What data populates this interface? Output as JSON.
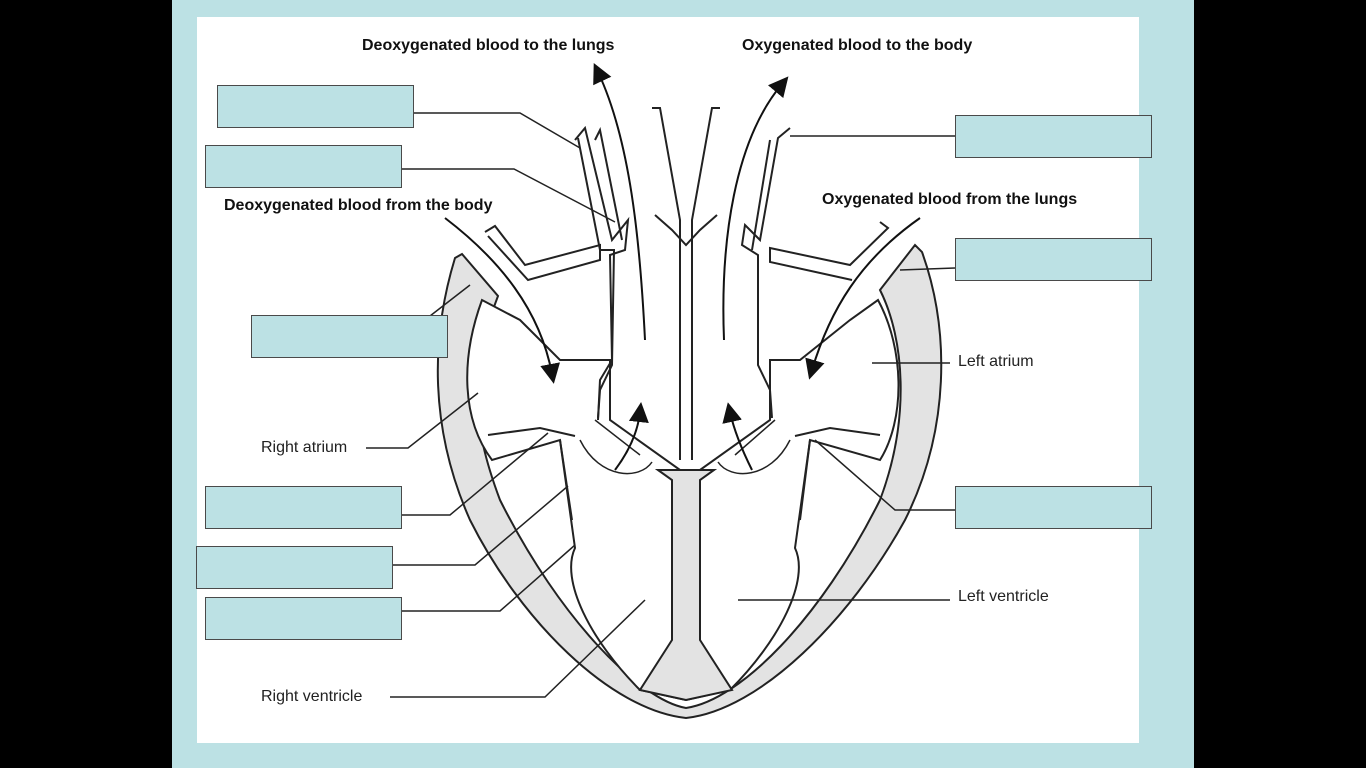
{
  "labels": {
    "deoxy_to_lungs": "Deoxygenated blood to the lungs",
    "oxy_to_body": "Oxygenated blood to the body",
    "deoxy_from_body": "Deoxygenated blood from the body",
    "oxy_from_lungs": "Oxygenated blood from the lungs",
    "left_atrium": "Left atrium",
    "right_atrium": "Right atrium",
    "left_ventricle": "Left ventricle",
    "right_ventricle": "Right ventricle"
  },
  "blank_boxes": [
    "box-1",
    "box-2",
    "box-3",
    "box-4",
    "box-5",
    "box-6",
    "box-7",
    "box-8",
    "box-9"
  ],
  "colors": {
    "frame": "#bce1e4",
    "box_fill": "#bce1e4",
    "muscle_fill": "#dcdcdc",
    "line": "#222222"
  }
}
